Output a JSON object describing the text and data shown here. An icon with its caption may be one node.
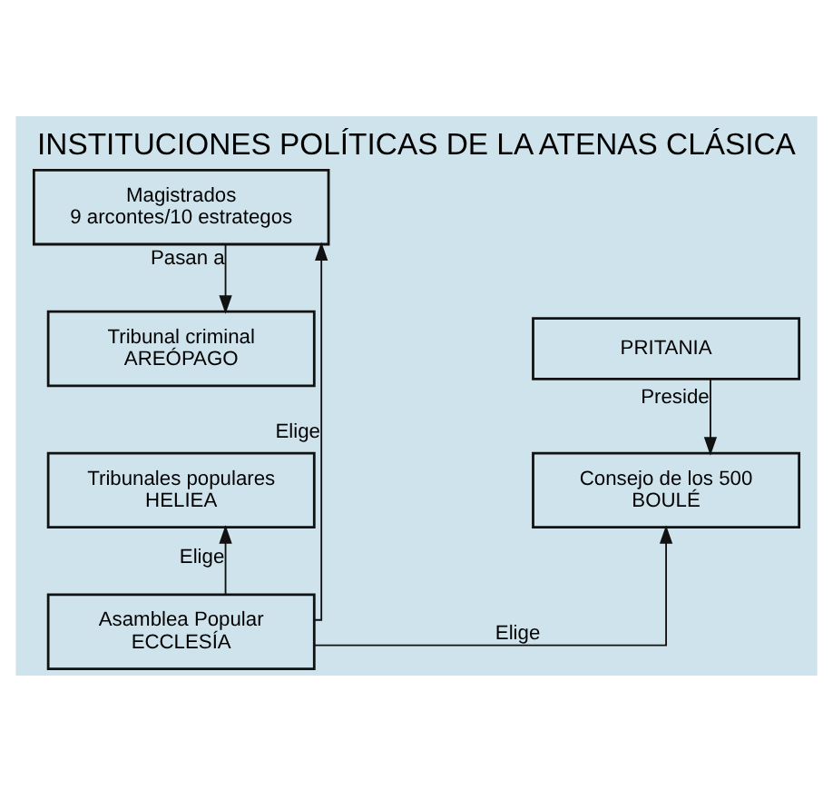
{
  "diagram": {
    "title": "INSTITUCIONES POLÍTICAS DE LA ATENAS CLÁSICA",
    "nodes": [
      {
        "text": [
          "Magistrados",
          "9 arcontes/10 estrategos"
        ]
      },
      {
        "text": [
          "Tribunal criminal",
          "AREÓPAGO"
        ]
      },
      {
        "text": [
          "PRITANIA"
        ]
      },
      {
        "text": [
          "Tribunales populares",
          "HELIEA"
        ]
      },
      {
        "text": [
          "Consejo de los 500",
          "BOULÉ"
        ]
      },
      {
        "text": [
          "Asamblea Popular",
          "ECCLESÍA"
        ]
      }
    ],
    "edges": [
      {
        "from": 0,
        "to": 1,
        "arrow": "to",
        "label": "Pasan a"
      },
      {
        "from": 5,
        "to": 0,
        "arrow": "to",
        "label": "Elige"
      },
      {
        "from": 2,
        "to": 4,
        "arrow": "to",
        "label": "Preside"
      },
      {
        "from": 5,
        "to": 3,
        "arrow": "to",
        "label": "Elige"
      },
      {
        "from": 5,
        "to": 4,
        "arrow": "to",
        "label": "Elige"
      }
    ]
  }
}
